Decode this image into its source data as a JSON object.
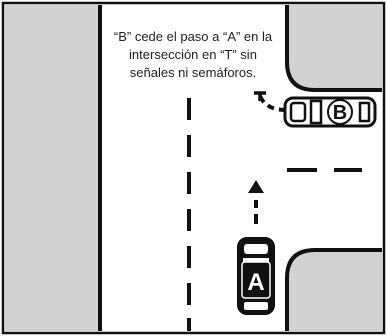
{
  "caption": "“B” cede el paso a “A” en la intersección en “T” sin señales ni semáforos.",
  "vehicles": [
    {
      "id": "A",
      "label": "A",
      "direction": "north",
      "color": "#111111"
    },
    {
      "id": "B",
      "label": "B",
      "direction": "west",
      "color": "#ffffff"
    }
  ],
  "colors": {
    "road": "#ffffff",
    "curb": "#d2d2d2",
    "line": "#111111"
  }
}
